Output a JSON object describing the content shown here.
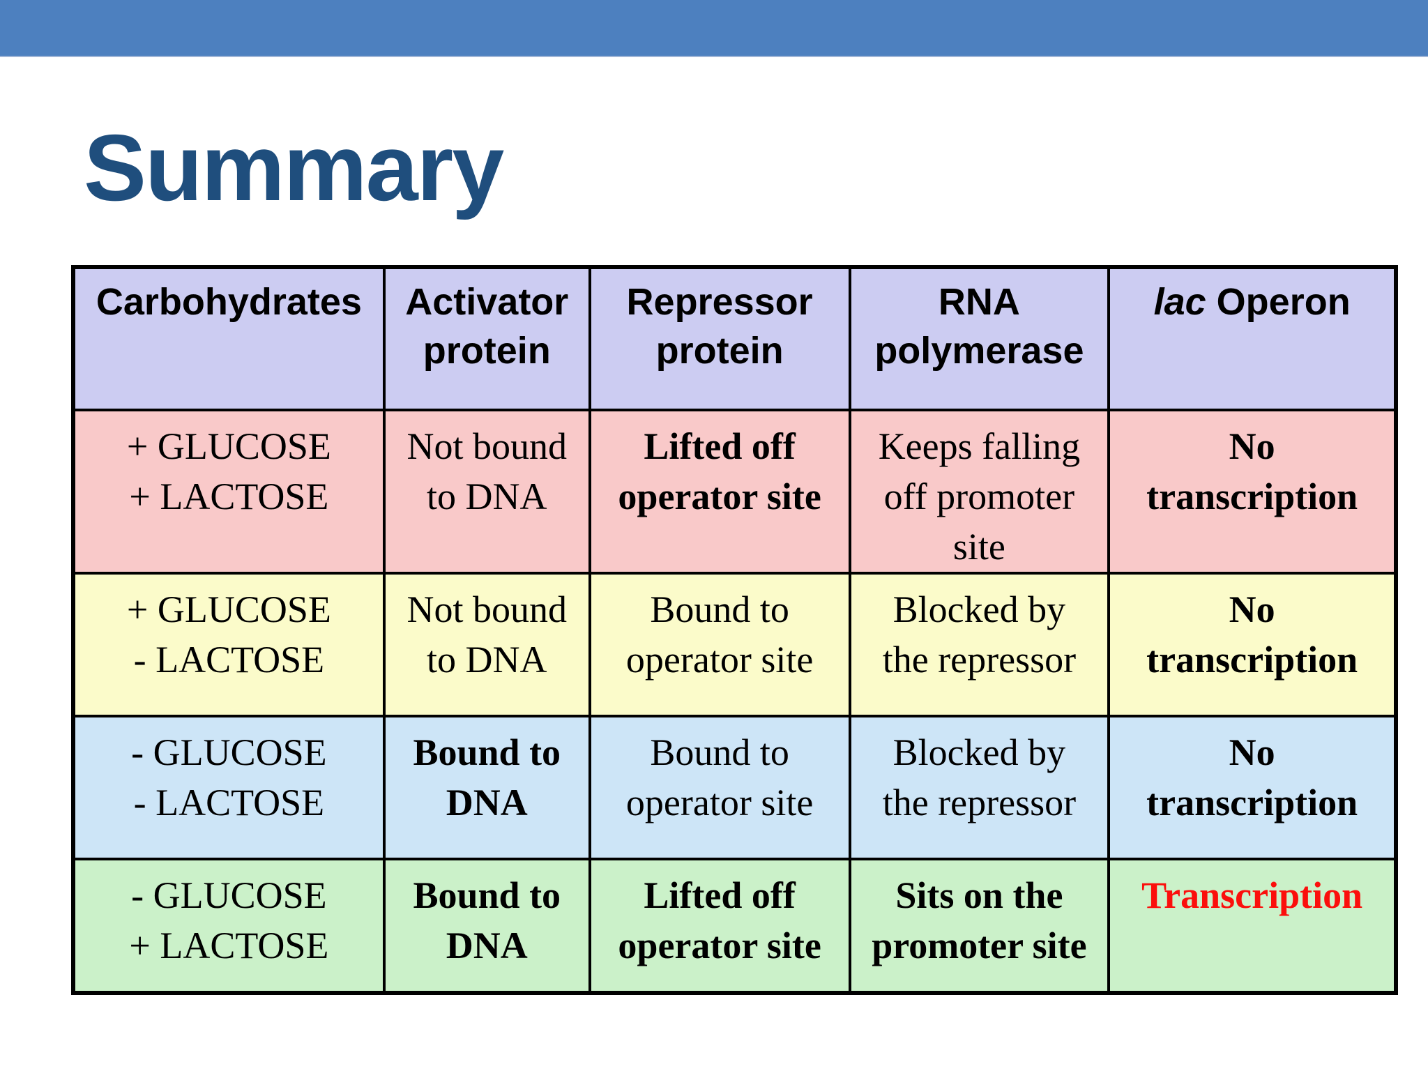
{
  "slide": {
    "title": "Summary"
  },
  "colors": {
    "top_bar": "#4D80BF",
    "title": "#1F4E7D",
    "header_bg": "#CCCCF2",
    "border": "#000000",
    "transcription_red": "#FB0F0C"
  },
  "table": {
    "headers": [
      {
        "lines": [
          "Carbohydrates"
        ]
      },
      {
        "lines": [
          "Activator",
          "protein"
        ]
      },
      {
        "lines": [
          "Repressor",
          "protein"
        ]
      },
      {
        "lines": [
          "RNA",
          "polymerase"
        ]
      },
      {
        "italic_prefix": "lac",
        "lines": [
          "Operon"
        ]
      }
    ],
    "rows": [
      {
        "condition": "plus-glucose-plus-lactose",
        "bg": "#F9C9C9",
        "cells": [
          {
            "lines": [
              "+ GLUCOSE",
              "+ LACTOSE"
            ],
            "bold": false
          },
          {
            "lines": [
              "Not bound",
              "to DNA"
            ],
            "bold": false
          },
          {
            "lines": [
              "Lifted off",
              "operator site"
            ],
            "bold": true
          },
          {
            "lines": [
              "Keeps falling",
              "off promoter",
              "site"
            ],
            "bold": false
          },
          {
            "lines": [
              "No",
              "transcription"
            ],
            "bold": true
          }
        ]
      },
      {
        "condition": "plus-glucose-minus-lactose",
        "bg": "#FBFBCA",
        "cells": [
          {
            "lines": [
              "+ GLUCOSE",
              "- LACTOSE"
            ],
            "bold": false
          },
          {
            "lines": [
              "Not bound",
              "to DNA"
            ],
            "bold": false
          },
          {
            "lines": [
              "Bound to",
              "operator site"
            ],
            "bold": false
          },
          {
            "lines": [
              "Blocked by",
              "the repressor"
            ],
            "bold": false
          },
          {
            "lines": [
              "No",
              "transcription"
            ],
            "bold": true
          }
        ]
      },
      {
        "condition": "minus-glucose-minus-lactose",
        "bg": "#CDE5F7",
        "cells": [
          {
            "lines": [
              "- GLUCOSE",
              "- LACTOSE"
            ],
            "bold": false
          },
          {
            "lines": [
              "Bound to",
              "DNA"
            ],
            "bold": true
          },
          {
            "lines": [
              "Bound to",
              "operator site"
            ],
            "bold": false
          },
          {
            "lines": [
              "Blocked by",
              "the repressor"
            ],
            "bold": false
          },
          {
            "lines": [
              "No",
              "transcription"
            ],
            "bold": true
          }
        ]
      },
      {
        "condition": "minus-glucose-plus-lactose",
        "bg": "#CBF1C9",
        "cells": [
          {
            "lines": [
              "- GLUCOSE",
              "+ LACTOSE"
            ],
            "bold": false
          },
          {
            "lines": [
              "Bound to",
              "DNA"
            ],
            "bold": true
          },
          {
            "lines": [
              "Lifted off",
              "operator site"
            ],
            "bold": true
          },
          {
            "lines": [
              "Sits on the",
              "promoter site"
            ],
            "bold": true
          },
          {
            "lines": [
              "Transcription"
            ],
            "bold": true,
            "color": "#FB0F0C"
          }
        ]
      }
    ]
  }
}
